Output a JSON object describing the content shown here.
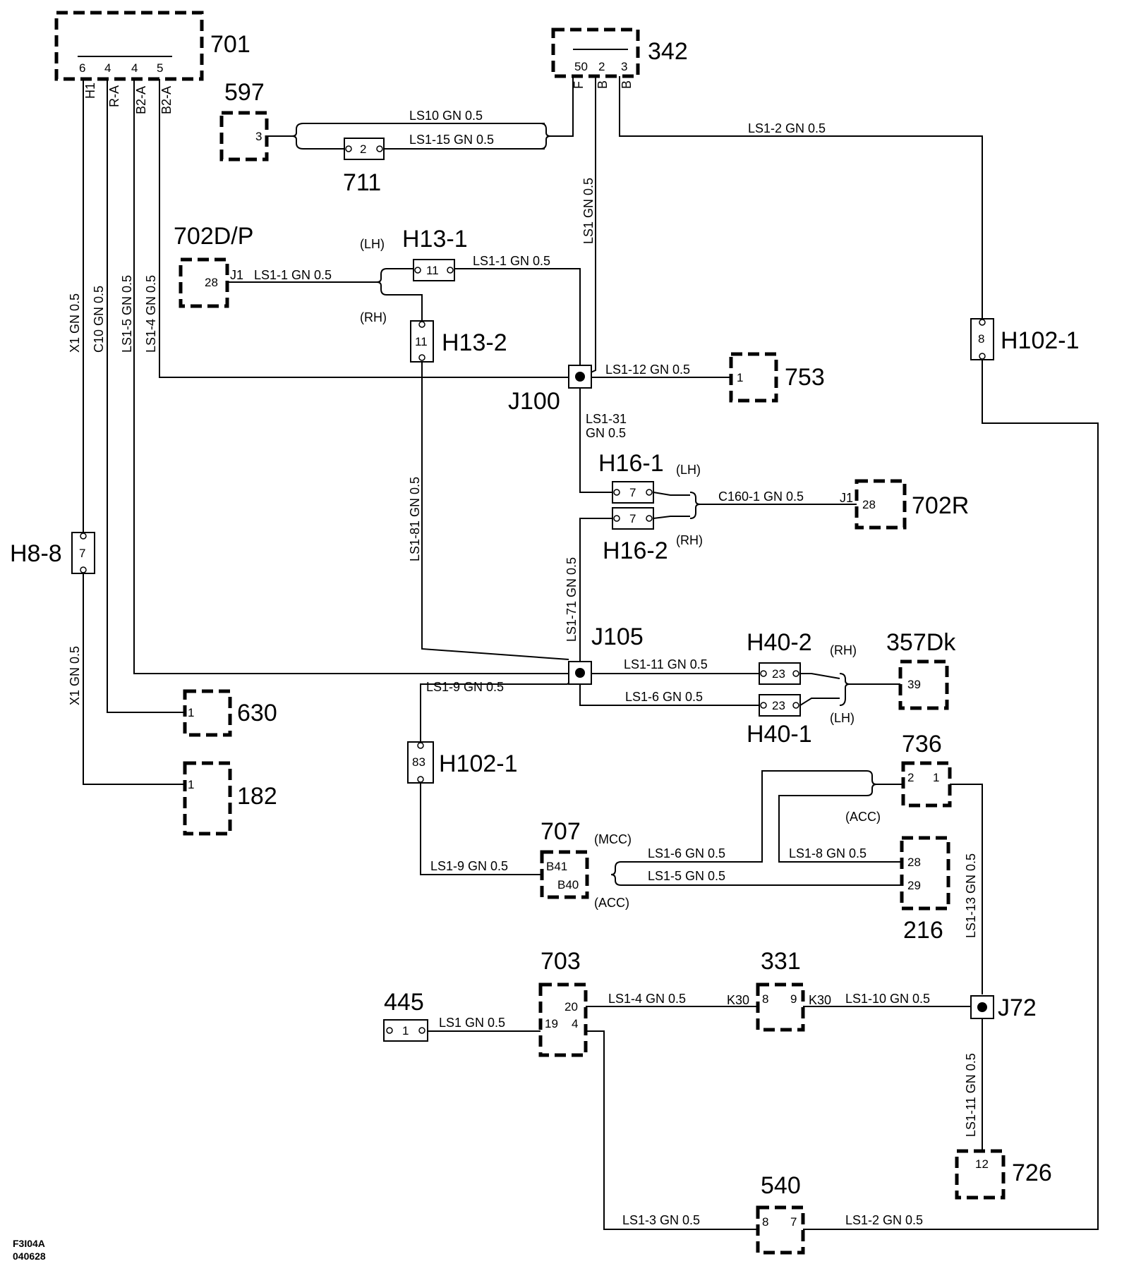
{
  "components": {
    "c701": "701",
    "c342": "342",
    "c597": "597",
    "c711": "711",
    "c702dp": "702D/P",
    "h13_1": "H13-1",
    "h13_2": "H13-2",
    "h102_1_top": "H102-1",
    "c753": "753",
    "j100": "J100",
    "h16_1": "H16-1",
    "h16_2": "H16-2",
    "c702r": "702R",
    "h8_8": "H8-8",
    "j105": "J105",
    "h40_2": "H40-2",
    "h40_1": "H40-1",
    "c357dk": "357Dk",
    "c630": "630",
    "c182": "182",
    "h102_1_mid": "H102-1",
    "c736": "736",
    "c707": "707",
    "c216": "216",
    "c703": "703",
    "c331": "331",
    "c445": "445",
    "j72": "J72",
    "c726": "726",
    "c540": "540"
  },
  "pins": {
    "p701_6": "6",
    "p701_4a": "4",
    "p701_4b": "4",
    "p701_5": "5",
    "p342_50": "50",
    "p342_2": "2",
    "p342_3": "3",
    "p597": "3",
    "p711": "2",
    "p702dp": "28",
    "p13_1": "11",
    "p13_2": "11",
    "p102_top": "8",
    "p753": "1",
    "p16_1": "7",
    "p16_2": "7",
    "p702r": "28",
    "p8_8": "7",
    "p40_2": "23",
    "p40_1": "23",
    "p357": "39",
    "p630": "1",
    "p182": "1",
    "p102_mid": "83",
    "p736_2": "2",
    "p736_1": "1",
    "p707_b41": "B41",
    "p707_b40": "B40",
    "p216_28": "28",
    "p216_29": "29",
    "p703_20": "20",
    "p703_19": "19",
    "p703_4": "4",
    "p331_8": "8",
    "p331_9": "9",
    "p445": "1",
    "p726": "12",
    "p540_8": "8",
    "p540_7": "7"
  },
  "pin_labels": {
    "h1": "H1",
    "ra": "R-A",
    "b2a_1": "B2-A",
    "b2a_2": "B2-A",
    "f": "F",
    "b1": "B",
    "b2": "B",
    "j1_a": "J1",
    "j1_b": "J1",
    "k30_a": "K30",
    "k30_b": "K30"
  },
  "wires": {
    "ls10": "LS10  GN  0.5",
    "ls1_15": "LS1-15 GN  0.5",
    "ls1_2_top": "LS1-2  GN  0.5",
    "ls1_vert": "LS1  GN  0.5",
    "ls1_1_a": "LS1-1  GN  0.5",
    "ls1_1_b": "LS1-1  GN  0.5",
    "x1_top": "X1  GN  0.5",
    "c10": "C10  GN  0.5",
    "ls1_5_v": "LS1-5 GN  0.5",
    "ls1_4_v": "LS1-4  GN  0.5",
    "ls1_12": "LS1-12  GN  0.5",
    "ls1_31_a": "LS1-31",
    "ls1_31_b": "GN  0.5",
    "c160_1": "C160-1  GN  0.5",
    "ls1_81": "LS1-81  GN  0.5",
    "ls1_71": "LS1-71  GN  0.5",
    "x1_bot": "X1  GN  0.5",
    "ls1_11_h": "LS1-11   GN  0.5",
    "ls1_6_h": "LS1-6   GN  0.5",
    "ls1_9_a": "LS1-9   GN  0.5",
    "ls1_9_b": "LS1-9  GN  0.5",
    "ls1_6_b": "LS1-6   GN  0.5",
    "ls1_5_h": "LS1-5   GN  0.5",
    "ls1_8": "LS1-8   GN  0.5",
    "ls1_13": "LS1-13  GN  0.5",
    "ls1_4_h": "LS1-4  GN  0.5",
    "ls1_10": "LS1-10  GN  0.5",
    "ls1_h": "LS1  GN  0.5",
    "ls1_11_v": "LS1-11  GN  0.5",
    "ls1_3": "LS1-3   GN  0.5",
    "ls1_2_bot": "LS1-2   GN  0.5"
  },
  "tags": {
    "lh_13": "(LH)",
    "rh_13": "(RH)",
    "lh_16": "(LH)",
    "rh_16": "(RH)",
    "rh_40": "(RH)",
    "lh_40": "(LH)",
    "acc_736": "(ACC)",
    "mcc_707": "(MCC)",
    "acc_707": "(ACC)"
  },
  "footer": {
    "code": "F3I04A",
    "date": "040628"
  }
}
